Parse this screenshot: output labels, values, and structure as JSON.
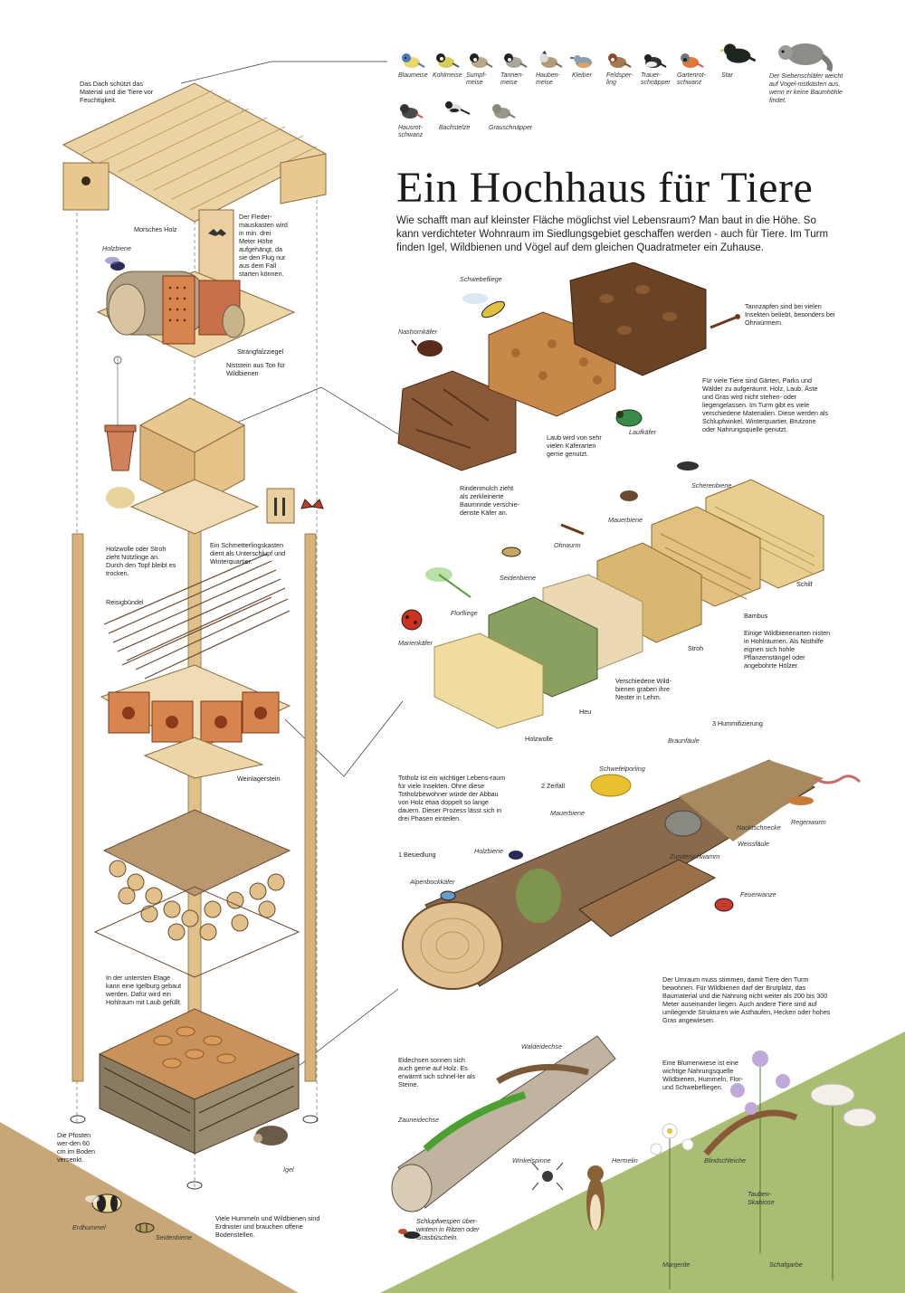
{
  "title": "Ein Hochhaus für Tiere",
  "intro": "Wie schafft man auf kleinster Fläche möglichst viel Lebensraum? Man baut in die Höhe. So kann verdichteter Wohnraum im Siedlungsgebiet geschaffen werden - auch für Tiere. Im Turm finden Igel, Wildbienen und Vögel auf dem gleichen Quadratmeter ein Zuhause.",
  "birds": [
    {
      "label": "Blaumeise",
      "icon": "blue-tit-icon"
    },
    {
      "label": "Kohlmeise",
      "icon": "great-tit-icon"
    },
    {
      "label": "Sumpf-meise",
      "icon": "marsh-tit-icon"
    },
    {
      "label": "Tannen-meise",
      "icon": "coal-tit-icon"
    },
    {
      "label": "Hauben-meise",
      "icon": "crested-tit-icon"
    },
    {
      "label": "Kleiber",
      "icon": "nuthatch-icon"
    },
    {
      "label": "Feldsper-ling",
      "icon": "tree-sparrow-icon"
    },
    {
      "label": "Trauer-schnäpper",
      "icon": "pied-flycatcher-icon"
    },
    {
      "label": "Gartenrot-schwanz",
      "icon": "redstart-icon"
    },
    {
      "label": "Star",
      "icon": "starling-icon"
    },
    {
      "label": "Hausrot-schwanz",
      "icon": "black-redstart-icon"
    },
    {
      "label": "Bachstelze",
      "icon": "wagtail-icon"
    },
    {
      "label": "Grauschnäpper",
      "icon": "spotted-flycatcher-icon"
    }
  ],
  "dormouse_note": "Der Siebenschläfer weicht auf Vogel-nistkästen aus, wenn er keine Baumhöhle findet.",
  "tower": {
    "roof_note": "Das Dach schützt das Material und die Tiere vor Feuchtigkeit.",
    "morsches_holz": "Morsches Holz",
    "holzbiene": "Holzbiene",
    "bat_box_note": "Der Fleder-mauskasten wird in min. drei Meter Höhe aufgehängt, da sie den Flug nur aus dem Fall starten können.",
    "strangfalzziegel": "Strangfalzziegel",
    "niststein_note": "Niststein aus Ton für Wildbienen",
    "holzwolle_note": "Holzwolle oder Stroh zieht Nützlinge an. Durch den Topf bleibt es trocken.",
    "butterfly_box_note": "Ein Schmetterlingskasten dient als Unterschlupf und Winterquartier.",
    "reisigbuendel": "Reisigbündel",
    "weinlagerstein": "Weinlagerstein",
    "igelburg_note": "In der untersten Etage kann eine Igelburg gebaut werden. Dafür wird ein Hohlraum mit Laub gefüllt.",
    "pfosten_note": "Die Pfosten wer-den 60 cm im Boden versenkt.",
    "igel": "Igel"
  },
  "materials": {
    "schwebefliege": "Schwebefliege",
    "nashornkaefer": "Nashornkäfer",
    "tannzapfen_note": "Tannzapfen sind bei vielen Insekten beliebt, besonders bei Ohrwürmern.",
    "materials_note": "Für viele Tiere sind Gärten, Parks und Wälder zu aufgeräumt. Holz, Laub, Äste und Gras wird nicht stehen- oder liegengelassen. Im Turm gibt es viele verschiedene Materialien. Diese werden als Schlupfwinkel, Winterquartier, Brutzone oder Nahrungsquelle genutzt.",
    "laub_note": "Laub wird von sehr vielen Käferarten gerne genutzt.",
    "laufkaefer": "Laufkäfer",
    "rindenmulch_note": "Rindenmulch zieht als zerkleinerte Baumrinde verschie-denste Käfer an."
  },
  "bees": {
    "scherenbiene": "Scherenbiene",
    "mauerbiene": "Mauerbiene",
    "ohrwurm": "Ohrwurm",
    "seidenbiene": "Seidenbiene",
    "florfliege": "Florfliege",
    "marienkaefer": "Marienkäfer",
    "schilf": "Schilf",
    "bambus": "Bambus",
    "hohlraum_note": "Einige Wildbienenarten nisten in Hohlräumen. Als Nisthilfe eignen sich hohle Pflanzenstängel oder angebohrte Hölzer.",
    "stroh": "Stroh",
    "lehm_note": "Verschiedene Wild-bienen graben ihre Nester in Lehm.",
    "heu": "Heu",
    "holzwolle": "Holzwolle"
  },
  "deadwood": {
    "totholz_note": "Totholz ist ein wichtiger Lebens-raum für viele Insekten. Ohne diese Totholzbewohner würde der Abbau von Holz etwa doppelt so lange dauern. Dieser Prozess lässt sich in drei Phasen einteilen.",
    "phase1": "1 Besiedlung",
    "phase2": "2 Zerfall",
    "phase3": "3 Hummifizierung",
    "braunfaeule": "Braunfäule",
    "schwefelporling": "Schwefelporling",
    "mauerbiene": "Mauerbiene",
    "holzbiene": "Holzbiene",
    "alpenbockkaefer": "Alpenbockkäfer",
    "nacktschnecke": "Nacktschnecke",
    "regenwurm": "Regenwurm",
    "weissfaeule": "Weissfäule",
    "zunderschwamm": "Zunderschwamm",
    "feuerwanze": "Feuerwanze"
  },
  "surroundings": {
    "umraum_note": "Der Umraum muss stimmen, damit Tiere den Turm bewohnen. Für Wildbienen darf der Brutplatz, das Baumaterial und die Nahrung nicht weiter als 200 bis 300 Meter auseinander liegen. Auch andere Tiere sind auf umliegende Strukturen wie Asthaufen, Hecken oder hohes Gras angewiesen.",
    "eidechsen_note": "Eidechsen sonnen sich auch gerne auf Holz. Es erwärmt sich schnel-ler als Steine.",
    "waldeidechse": "Waldeidechse",
    "zauneidechse": "Zauneidechse",
    "winkelspinne": "Winkelspinne",
    "hermelin": "Hermelin",
    "blumenwiese_note": "Eine Blumenwiese ist eine wichtige Nahrungsquelle Wildbienen, Hummeln, Flor- und Schwebefliegen.",
    "blindschleiche": "Blindschleiche",
    "tauben_skabiose": "Tauben-Skabiose",
    "margerite": "Margerite",
    "schafgarbe": "Schafgarbe",
    "schlupfwespen_note": "Schlupfwespen über-wintern in Ritzen oder Grasbüscheln."
  },
  "ground": {
    "erdhummel": "Erdhummel",
    "seidenbiene": "Seidenbiene",
    "boden_note": "Viele Hummeln und Wildbienen sind Erdnister und brauchen offene Bodenstellen."
  },
  "colors": {
    "soil": "#c7a777",
    "meadow": "#a9be73",
    "wood_light": "#e8cf9c",
    "wood_mid": "#c79a5c",
    "brick": "#d87a4a",
    "bark": "#7a5a3c"
  }
}
